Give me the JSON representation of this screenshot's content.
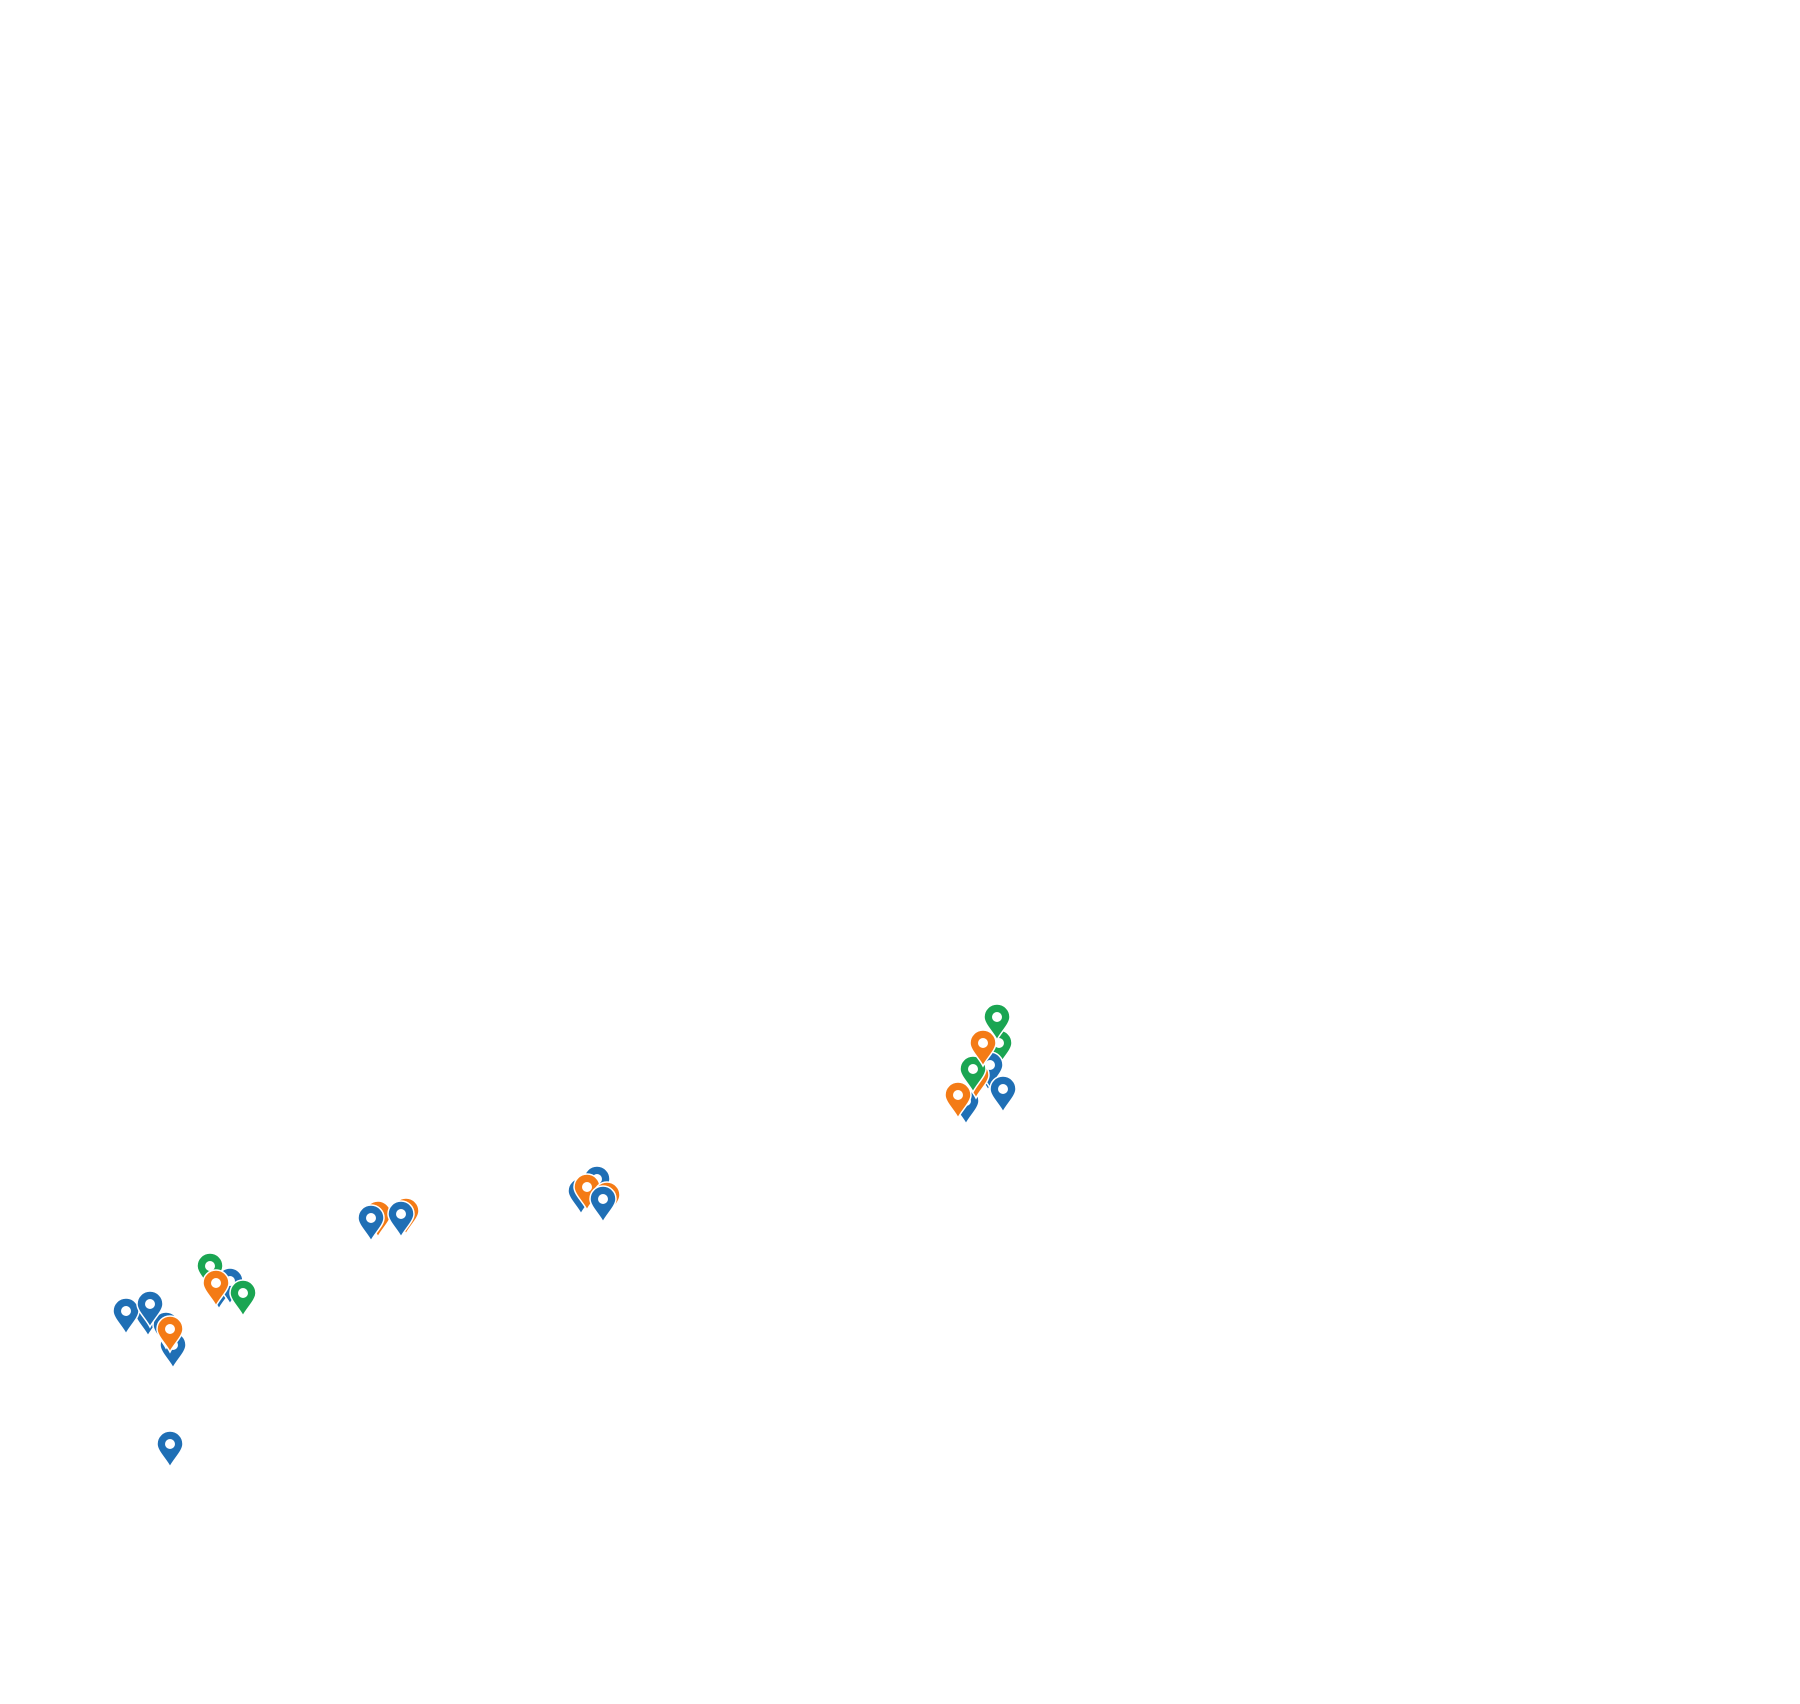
{
  "colors": {
    "background": "#ffffff",
    "blue": "#1f6fb5",
    "orange": "#f47b16",
    "green": "#1aa552",
    "marker_hole": "#ffffff",
    "marker_outline": "#ffffff"
  },
  "map": {
    "marker_icon": "map-pin-icon",
    "markers": [
      {
        "color": "blue"
      },
      {
        "color": "blue"
      },
      {
        "color": "blue"
      },
      {
        "color": "orange"
      },
      {
        "color": "blue"
      },
      {
        "color": "blue"
      },
      {
        "color": "green"
      },
      {
        "color": "blue"
      },
      {
        "color": "blue"
      },
      {
        "color": "orange"
      },
      {
        "color": "green"
      },
      {
        "color": "blue"
      },
      {
        "color": "orange"
      },
      {
        "color": "blue"
      },
      {
        "color": "orange"
      },
      {
        "color": "blue"
      },
      {
        "color": "blue"
      },
      {
        "color": "blue"
      },
      {
        "color": "orange"
      },
      {
        "color": "orange"
      },
      {
        "color": "blue"
      },
      {
        "color": "blue"
      },
      {
        "color": "blue"
      },
      {
        "color": "green"
      },
      {
        "color": "blue"
      },
      {
        "color": "orange"
      },
      {
        "color": "green"
      },
      {
        "color": "orange"
      },
      {
        "color": "green"
      },
      {
        "color": "orange"
      },
      {
        "color": "blue"
      }
    ]
  }
}
